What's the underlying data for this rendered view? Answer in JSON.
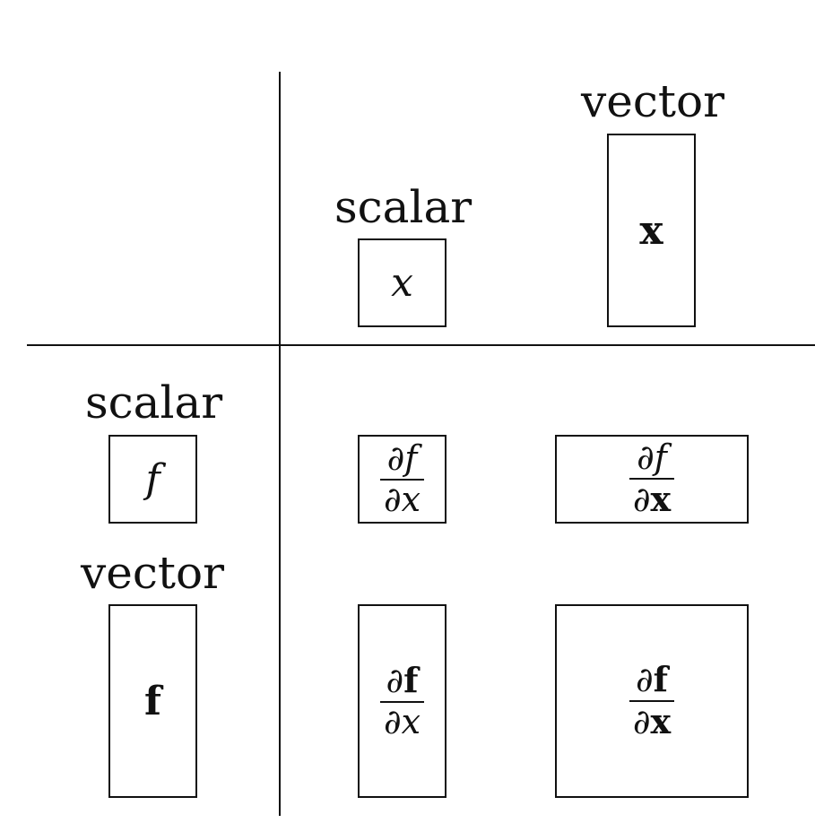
{
  "columns": {
    "scalar_label": "scalar",
    "vector_label": "vector",
    "scalar_symbol": "x",
    "vector_symbol": "x"
  },
  "rows": {
    "scalar_label": "scalar",
    "vector_label": "vector",
    "scalar_symbol": "f",
    "vector_symbol": "f"
  },
  "cells": {
    "partial": "∂",
    "ss": {
      "num": "f",
      "den": "x"
    },
    "sv": {
      "num": "f",
      "den": "x"
    },
    "vs": {
      "num": "f",
      "den": "x"
    },
    "vv": {
      "num": "f",
      "den": "x"
    }
  }
}
